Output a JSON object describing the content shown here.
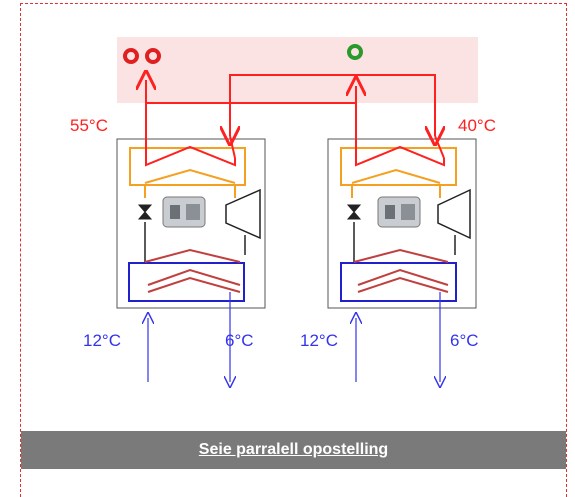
{
  "labels": {
    "hot_out": "55°C",
    "hot_return": "40°C",
    "unit1_chilled_in": "12°C",
    "unit1_chilled_out": "6°C",
    "unit2_chilled_in": "12°C",
    "unit2_chilled_out": "6°C"
  },
  "caption": "Seie parralell opostelling",
  "colors": {
    "hot_circuit": "#ff2020",
    "cold_circuit": "#3333ee",
    "condenser_frame": "#f5a020",
    "evaporator_frame": "#2020cc",
    "header_band": "#fbe3e3",
    "supply_symbol": "#e02020",
    "return_symbol": "#2a9a2a",
    "caption_bar": "#7a7a7a"
  },
  "icons": {
    "supply": "double-circle-connector",
    "return": "single-circle-connector",
    "compressor": "compressor-icon",
    "expansion_valve": "expansion-valve-icon"
  }
}
